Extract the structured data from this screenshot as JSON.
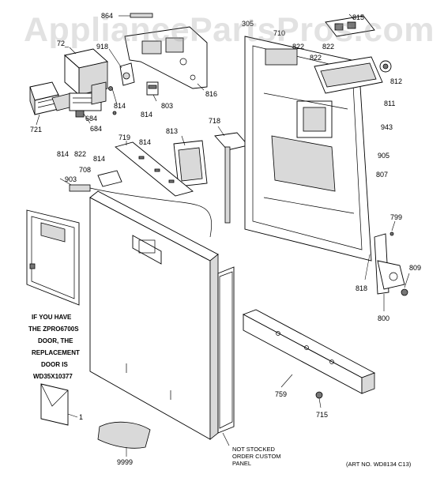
{
  "watermark": "AppliancePartsPros.com",
  "notes": {
    "door_note": [
      "IF YOU HAVE",
      "THE ZPRO6700S",
      "DOOR, THE",
      "REPLACEMENT",
      "DOOR IS",
      "WD35X10377"
    ],
    "panel_note": [
      "NOT STOCKED",
      "ORDER CUSTOM",
      "PANEL"
    ],
    "art_no": "(ART NO. WD8134 C13)"
  },
  "labels": {
    "p864": "864",
    "p305": "305",
    "p815": "815",
    "p72x": "72_",
    "p918": "918",
    "p710": "710",
    "p822a": "822",
    "p822b": "822",
    "p822c": "822",
    "p812": "812",
    "p721": "721",
    "p684a": "684",
    "p684b": "684",
    "p814a": "814",
    "p814b": "814",
    "p814c": "814",
    "p814d": "814",
    "p814e": "814",
    "p803": "803",
    "p816": "816",
    "p811": "811",
    "p718": "718",
    "p813": "813",
    "p943": "943",
    "p822d": "822",
    "p719": "719",
    "p905": "905",
    "p708": "708",
    "p903": "903",
    "p807": "807",
    "p799": "799",
    "p809": "809",
    "p818": "818",
    "p800": "800",
    "p759": "759",
    "p715": "715",
    "p1": "1",
    "p9999": "9999"
  }
}
